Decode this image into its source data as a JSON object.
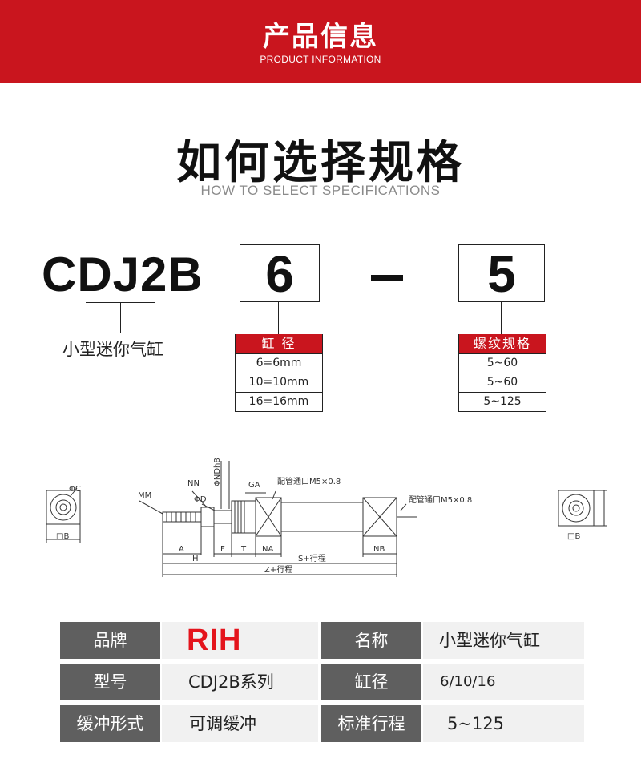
{
  "banner": {
    "title": "产品信息",
    "subtitle": "PRODUCT INFORMATION"
  },
  "heading": {
    "title": "如何选择规格",
    "subtitle": "HOW TO SELECT SPECIFICATIONS"
  },
  "code": {
    "model": "CDJ2B",
    "model_name": "小型迷你气缸",
    "bore_digit": "6",
    "thread_digit": "5"
  },
  "bore_table": {
    "header": "缸 径",
    "rows": [
      "6=6mm",
      "10=10mm",
      "16=16mm"
    ]
  },
  "thread_table": {
    "header": "螺纹规格",
    "rows": [
      "5~60",
      "5~60",
      "5~125"
    ]
  },
  "drawing": {
    "label_c": "ΦC",
    "label_b": "□B",
    "label_mm": "MM",
    "label_nn": "NN",
    "label_d": "ΦD",
    "label_nd": "ΦNDh8",
    "label_ga": "GA",
    "label_port1": "配管通口M5×0.8",
    "label_port2": "配管通口M5×0.8",
    "label_a": "A",
    "label_f": "F",
    "label_t": "T",
    "label_na": "NA",
    "label_nb": "NB",
    "label_h": "H",
    "label_s": "S+行程",
    "label_z": "Z+行程",
    "colors": {
      "line": "#333333"
    }
  },
  "info": {
    "rows": [
      {
        "label1": "品牌",
        "value1": "RIH",
        "label2": "名称",
        "value2": "小型迷你气缸"
      },
      {
        "label1": "型号",
        "value1": "CDJ2B系列",
        "label2": "缸径",
        "value2": "6/10/16"
      },
      {
        "label1": "缓冲形式",
        "value1": "可调缓冲",
        "label2": "标准行程",
        "value2": "5~125"
      }
    ],
    "colors": {
      "label_bg": "#5f5f5f",
      "value_bg": "#f1f1f1",
      "brand_red": "#e4141c"
    }
  },
  "colors": {
    "accent": "#c9151e"
  }
}
